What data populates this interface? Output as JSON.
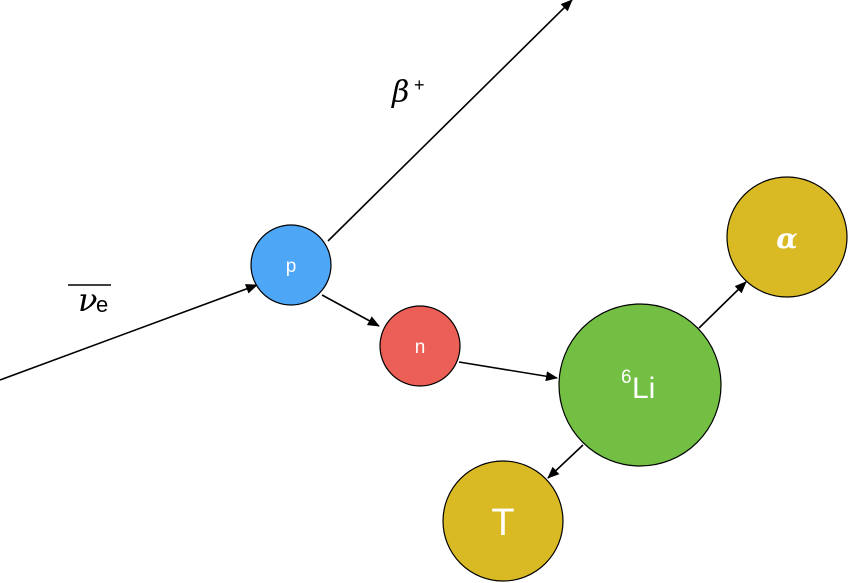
{
  "labels": {
    "antineutrino": "ν",
    "antineutrino_sub": "e",
    "beta": "β",
    "beta_sup": "+"
  },
  "particles": {
    "proton": {
      "label": "p",
      "color": "#4ea6f7"
    },
    "neutron": {
      "label": "n",
      "color": "#ec5f57"
    },
    "lithium": {
      "label": "Li",
      "mass_number": "6",
      "color": "#72bf44"
    },
    "alpha": {
      "label": "α",
      "color": "#d9ba24"
    },
    "triton": {
      "label": "T",
      "color": "#d9ba24"
    }
  },
  "colors": {
    "arrow": "#000000",
    "circle_stroke": "#000000",
    "text_on_circle": "#ffffff"
  }
}
